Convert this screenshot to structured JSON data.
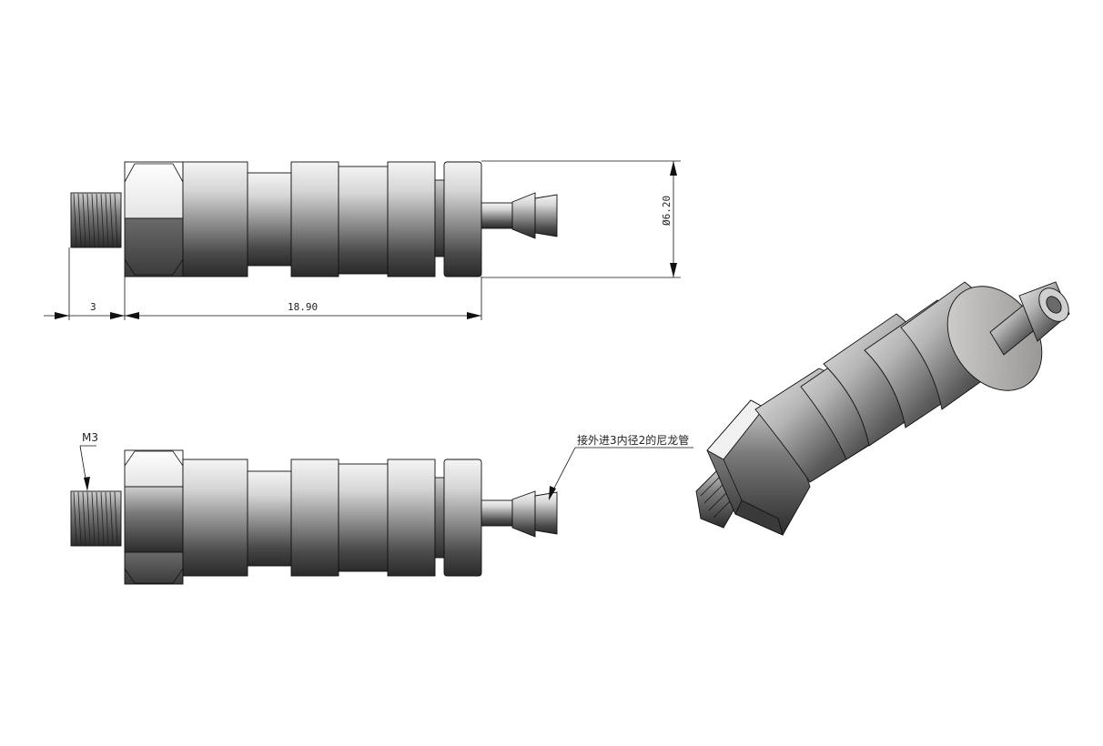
{
  "dimensions": {
    "thread_length": "3",
    "body_length": "18.90",
    "diameter": "6.20",
    "diameter_symbol": "Ø"
  },
  "callouts": {
    "thread_spec": "M3",
    "hose_note": "接外进3内径2的尼龙管"
  }
}
